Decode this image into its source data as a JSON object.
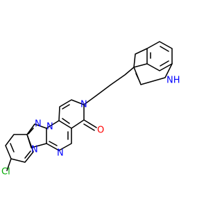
{
  "molecule": {
    "atom_labels": {
      "nh": "NH",
      "n_ring": "N",
      "n_tr1": "N",
      "n_tr2": "N",
      "n_bottom": "N",
      "n_left": "N",
      "o": "O",
      "cl": "Cl"
    },
    "colors": {
      "bond": "#000000",
      "nitrogen": "#0000ff",
      "oxygen": "#ff0000",
      "chlorine": "#00aa00"
    }
  }
}
